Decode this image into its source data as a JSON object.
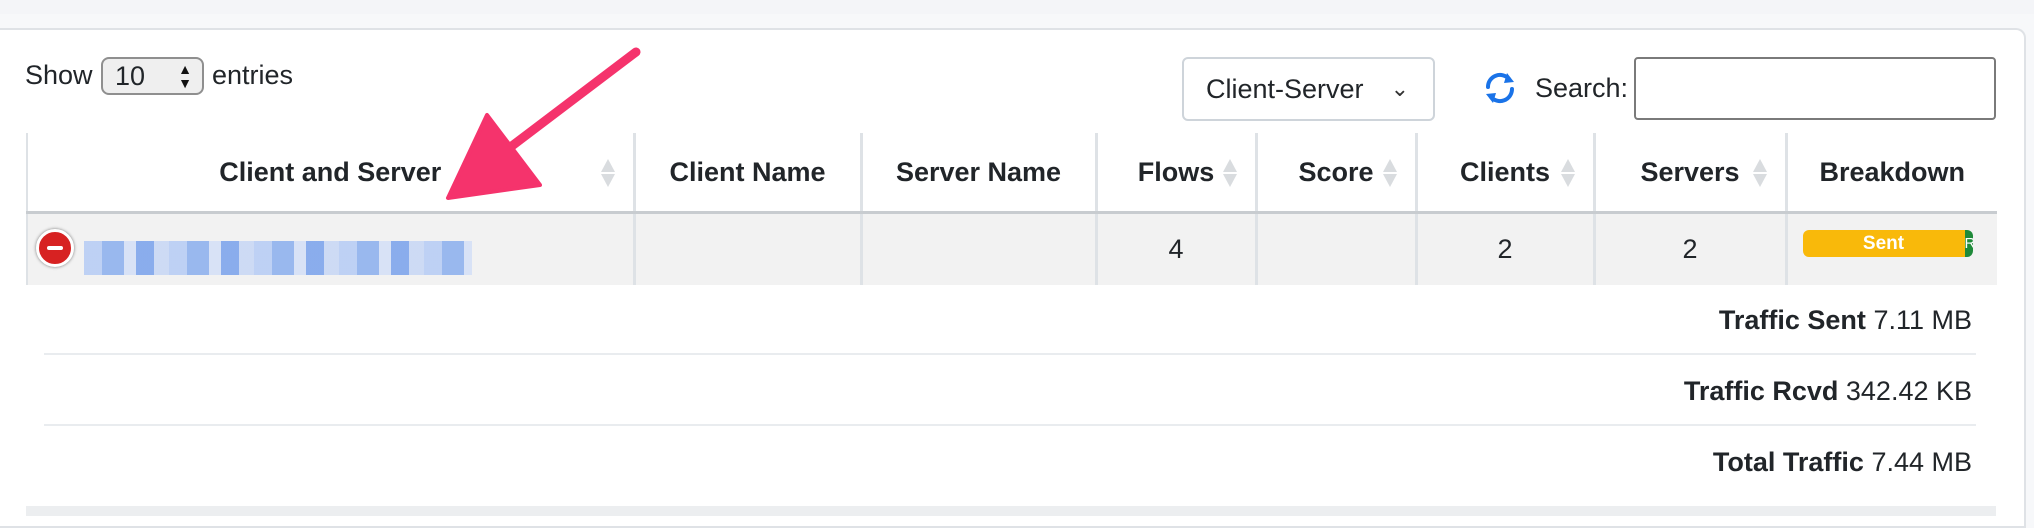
{
  "length_control": {
    "show_label": "Show",
    "value": "10",
    "entries_label": "entries"
  },
  "view_select": {
    "value": "Client-Server"
  },
  "search": {
    "label": "Search:",
    "value": ""
  },
  "table": {
    "columns": [
      "Client and Server",
      "Client Name",
      "Server Name",
      "Flows",
      "Score",
      "Clients",
      "Servers",
      "Breakdown"
    ],
    "row": {
      "client_and_server": "",
      "client_name": "",
      "server_name": "",
      "flows": "4",
      "score": "",
      "clients": "2",
      "servers": "2",
      "breakdown": {
        "sent_label": "Sent",
        "rcvd_label": "R",
        "sent_fraction": 0.95
      }
    },
    "details": [
      {
        "label": "Traffic Sent",
        "value": "7.11 MB"
      },
      {
        "label": "Traffic Rcvd",
        "value": "342.42 KB"
      },
      {
        "label": "Total Traffic",
        "value": "7.44 MB"
      }
    ]
  },
  "colors": {
    "accent_blue": "#1a73e8",
    "annotation_arrow": "#f5336c",
    "sent_bar": "#f9b90a",
    "rcvd_bar": "#1f8a3a",
    "remove_button": "#d72222"
  }
}
